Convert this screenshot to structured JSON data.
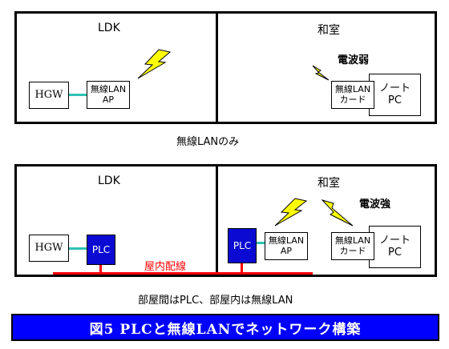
{
  "diagram1": {
    "room_left": "LDK",
    "room_right": "和室",
    "hgw": "HGW",
    "ap_line1": "無線LAN",
    "ap_line2": "AP",
    "signal": "電波弱",
    "card_line1": "無線LAN",
    "card_line2": "カード",
    "pc_line1": "ノート",
    "pc_line2": "PC",
    "caption": "無線LANのみ"
  },
  "diagram2": {
    "room_left": "LDK",
    "room_right": "和室",
    "hgw": "HGW",
    "plc_left": "PLC",
    "plc_right": "PLC",
    "wiring": "屋内配線",
    "ap_line1": "無線LAN",
    "ap_line2": "AP",
    "signal": "電波強",
    "card_line1": "無線LAN",
    "card_line2": "カード",
    "pc_line1": "ノート",
    "pc_line2": "PC",
    "caption": "部屋間はPLC、部屋内は無線LAN"
  },
  "figure_title": "図5  PLCと無線LANでネットワーク構築",
  "colors": {
    "plc": "#0a0ad2",
    "cable": "#2fc2b6",
    "wiring": "#ff0000",
    "bolt": "#ffff00",
    "banner": "#0000ff"
  }
}
